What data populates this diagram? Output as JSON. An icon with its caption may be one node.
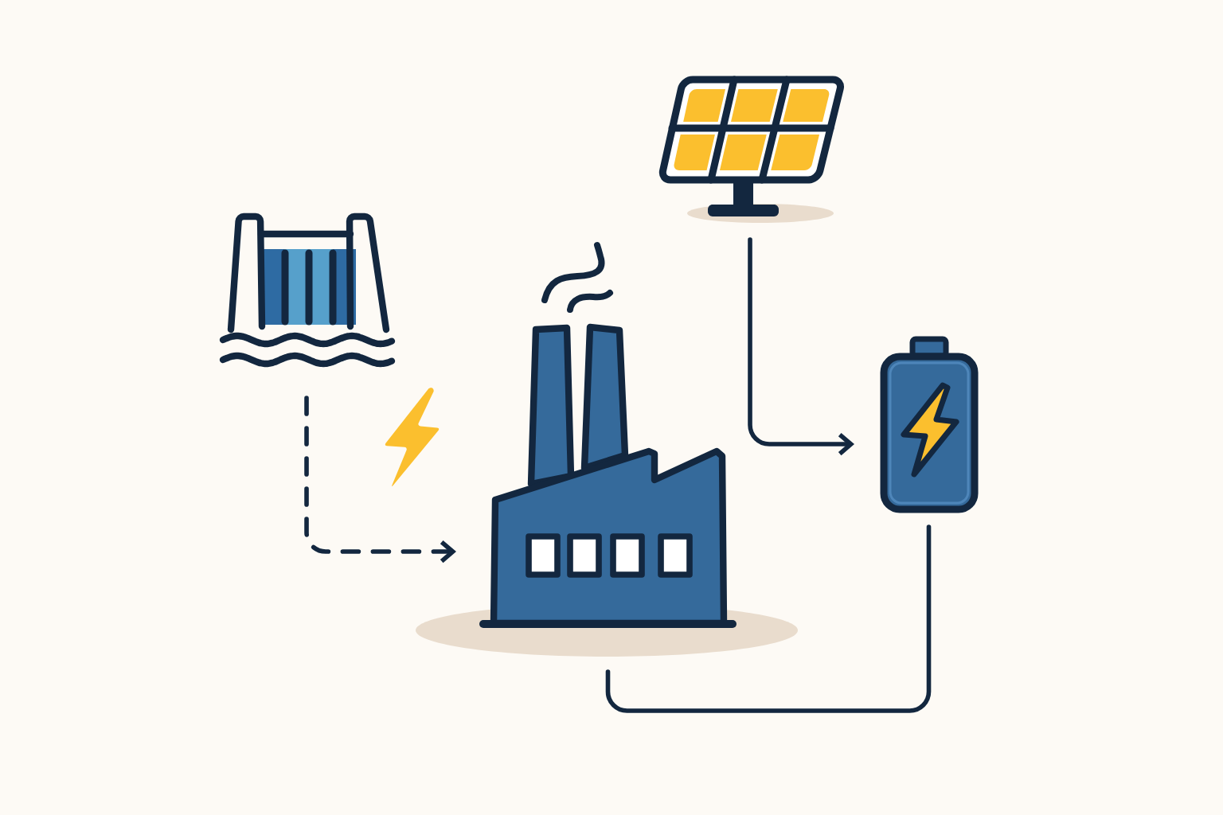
{
  "diagram": {
    "nodes": [
      {
        "text": [],
        "shape": "picture"
      },
      {
        "text": [],
        "shape": "picture"
      },
      {
        "text": [],
        "shape": "picture"
      },
      {
        "text": [],
        "shape": "picture"
      }
    ],
    "edges": [
      {
        "from": 0,
        "to": 2,
        "arrow": "to",
        "style": "dashed"
      },
      {
        "from": 1,
        "to": 3,
        "arrow": "to"
      },
      {
        "from": 3,
        "to": 2,
        "arrow": "none"
      }
    ]
  }
}
